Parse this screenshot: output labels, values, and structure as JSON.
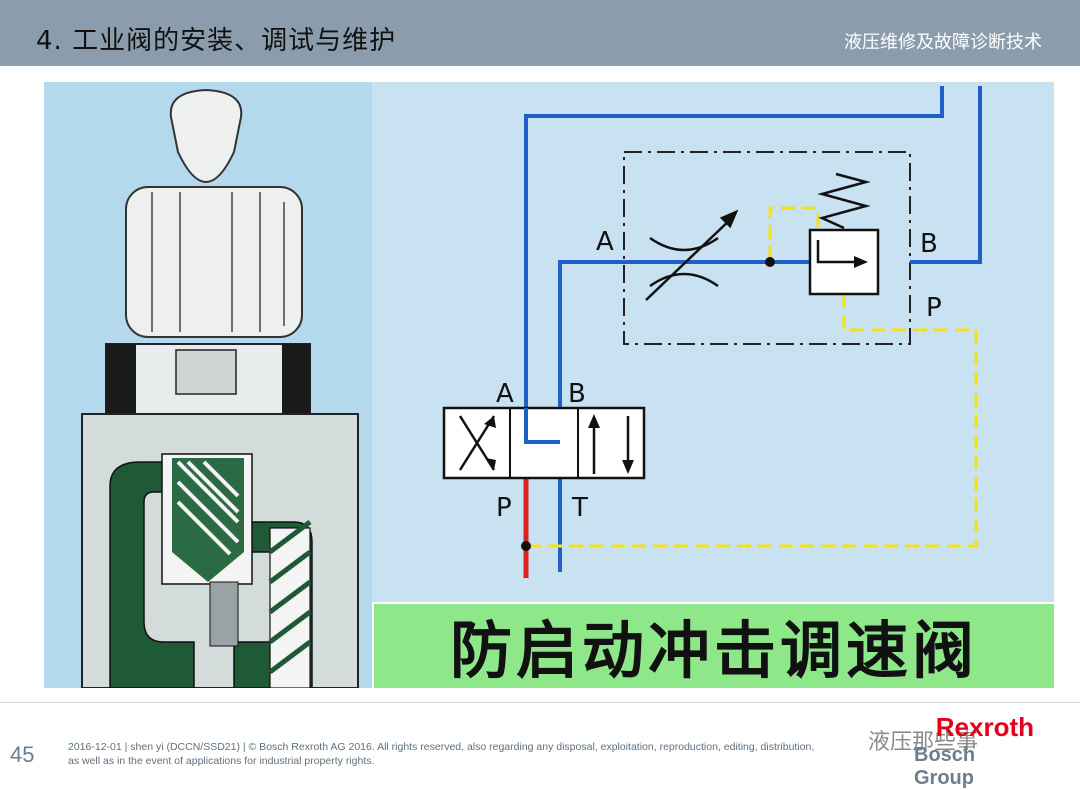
{
  "header": {
    "title": "4. 工业阀的安装、调试与维护",
    "subtitle": "液压维修及故障诊断技术"
  },
  "diagram": {
    "caption": "防启动冲击调速阀",
    "labels": {
      "A_top": "A",
      "B_top": "B",
      "P_top": "P",
      "A_valve": "A",
      "B_valve": "B",
      "P_valve": "P",
      "T_valve": "T"
    },
    "colors": {
      "pressure_line": "#e0201b",
      "main_line": "#1e5fc8",
      "pilot_line": "#f2e21a",
      "schematic_bg": "#c8e2f2",
      "caption_bg": "#8ee88a",
      "section_dark": "#1f5a36",
      "section_light": "#d3dcda"
    }
  },
  "footer": {
    "page_number": "45",
    "legal_line1": "2016-12-01 | shen yi (DCCN/SSD21) | © Bosch Rexroth AG 2016. All rights reserved, also regarding any disposal, exploitation, reproduction, editing, distribution,",
    "legal_line2": "as well as in the event of applications for industrial property rights.",
    "brand_top": "Rexroth",
    "brand_bottom": "Bosch Group",
    "watermark": "液压那些事"
  }
}
